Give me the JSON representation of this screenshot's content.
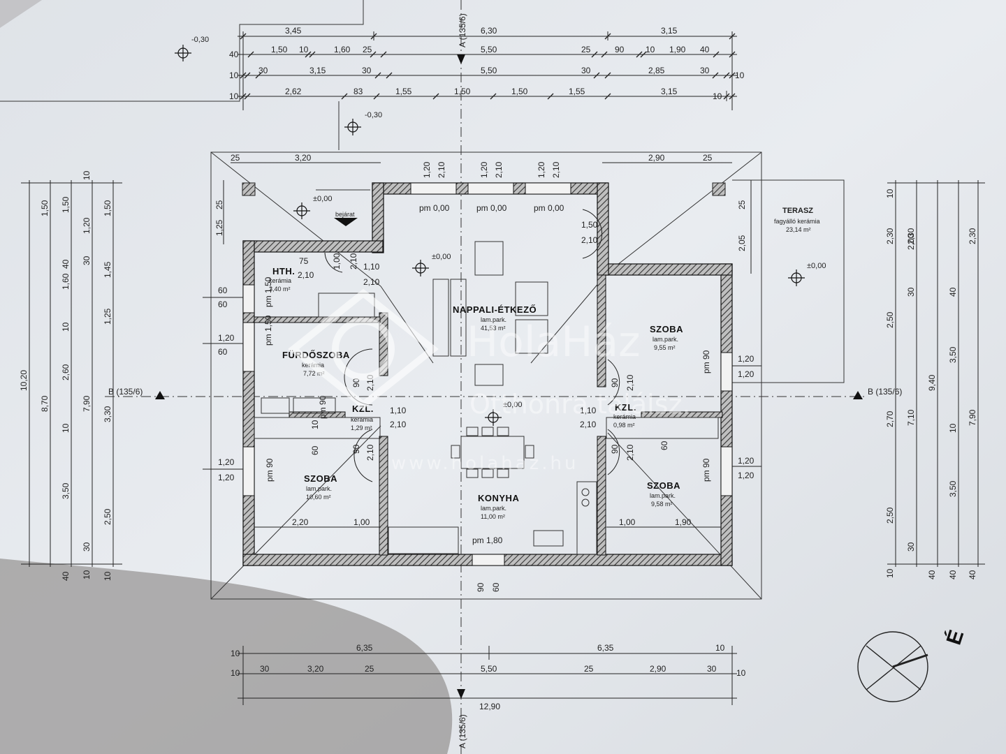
{
  "top_dims": {
    "row1": [
      "3,45",
      "6,30",
      "3,15"
    ],
    "row2": [
      "40",
      "1,50",
      "10",
      "1,60",
      "25",
      "5,50",
      "25",
      "90",
      "10",
      "1,90",
      "40"
    ],
    "row3": [
      "10",
      "30",
      "3,15",
      "30",
      "5,50",
      "30",
      "2,85",
      "30",
      "10"
    ],
    "row4": [
      "10",
      "2,62",
      "83",
      "1,55",
      "1,50",
      "1,50",
      "1,55",
      "3,15",
      "10"
    ]
  },
  "bottom_dims": {
    "row1": [
      "10",
      "6,35",
      "6,35",
      "10"
    ],
    "row2": [
      "10",
      "30",
      "3,20",
      "25",
      "5,50",
      "25",
      "2,90",
      "30",
      "10"
    ],
    "total": "12,90"
  },
  "left_dims": {
    "total": "10,20",
    "col2": "8,70",
    "col3": [
      "1,50",
      "1,60",
      "2,60",
      "3,50"
    ],
    "col4": [
      "1,50",
      "1,20",
      "7,90"
    ],
    "col5": [
      "1,50",
      "1,45",
      "1,25",
      "3,30",
      "2,50"
    ],
    "small": [
      "10",
      "40",
      "30",
      "10",
      "10",
      "30",
      "10",
      "40",
      "10"
    ]
  },
  "right_dims": {
    "col1": [
      "10",
      "2,30",
      "2,50",
      "2,70",
      "2,50",
      "10"
    ],
    "col2": [
      "2,30",
      "2,00",
      "30",
      "7,10",
      "30",
      "40"
    ],
    "col3": [
      "9,40",
      "40",
      "3,50",
      "10",
      "3,50",
      "40"
    ],
    "col4": [
      "2,30",
      "7,90",
      "40"
    ]
  },
  "section_labels": {
    "a_top": "A (135/6)",
    "a_bottom": "A (135/6)",
    "b_left": "B (135/6)",
    "b_right": "B (135/6)"
  },
  "levels": {
    "outside_nw": "-0,30",
    "outside_entry": "-0,30",
    "porch": "±0,00",
    "living": "±0,00",
    "hall": "±0,00",
    "terrace": "±0,00"
  },
  "terrace": {
    "name": "TERASZ",
    "finish": "fagyálló kerámia",
    "area": "23,14 m²"
  },
  "rooms": [
    {
      "name": "NAPPALI-ÉTKEZŐ",
      "finish": "lam.park.",
      "area": "41,53 m²"
    },
    {
      "name": "HTH.",
      "finish": "kerámia",
      "area": "3,40 m²"
    },
    {
      "name": "FÜRDŐSZOBA",
      "finish": "kerámia",
      "area": "7,72 m²"
    },
    {
      "name": "KZL.",
      "finish": "kerámia",
      "area": "1,29 m²"
    },
    {
      "name": "KZL.",
      "finish": "kerámia",
      "area": "0,98 m²"
    },
    {
      "name": "SZOBA",
      "finish": "lam.park.",
      "area": "9,55 m²"
    },
    {
      "name": "SZOBA",
      "finish": "lam.park.",
      "area": "10,60 m²"
    },
    {
      "name": "SZOBA",
      "finish": "lam.park.",
      "area": "9,58 m²"
    },
    {
      "name": "KONYHA",
      "finish": "lam.park.",
      "area": "11,00 m²"
    }
  ],
  "entrance_label": "bejárat",
  "window_labels": {
    "w1": [
      "1,20",
      "2,10"
    ],
    "w2": [
      "1,20",
      "2,10"
    ],
    "w3": [
      "1,20",
      "2,10"
    ],
    "pm": [
      "pm 0,00",
      "pm 0,00",
      "pm 0,00"
    ],
    "door_terrace": [
      "1,50",
      "2,10"
    ],
    "door_main": [
      "1,00",
      "2,10"
    ],
    "hth_door": [
      "75",
      "2,10"
    ],
    "living_door": [
      "1,10",
      "2,10"
    ],
    "kzl_left": [
      "1,10",
      "2,10"
    ],
    "kzl_right": [
      "1,10",
      "2,10"
    ],
    "kitchen_pm": "pm 1,80",
    "bottom_window": [
      "90",
      "60"
    ],
    "left_side": [
      "60",
      "60",
      "1,20",
      "60",
      "1,20",
      "1,20"
    ],
    "right_side": [
      "1,20",
      "1,20",
      "1,20",
      "1,20"
    ],
    "left_room_bottom": [
      "2,20",
      "1,00"
    ],
    "right_room_bottom": [
      "1,00",
      "1,90"
    ],
    "porch_top": [
      "25",
      "3,20"
    ],
    "terrace_top": [
      "2,90",
      "25"
    ],
    "porch_side": [
      "25",
      "1,25"
    ],
    "terrace_side": [
      "25",
      "2,05"
    ],
    "door_codes": [
      "90",
      "2,10",
      "90",
      "2,10",
      "90",
      "2,10",
      "90",
      "2,10"
    ],
    "pm_sill": [
      "pm 90",
      "pm 90",
      "pm 90",
      "pm 90",
      "pm 1,50",
      "pm 1,50"
    ],
    "misc": [
      "60",
      "10",
      "60"
    ]
  },
  "compass_label": "É",
  "watermark": {
    "brand": "HolaHáz",
    "tagline": "Otthonra találsz.",
    "url": "www.holahaz.hu"
  },
  "colors": {
    "paper": "#e6e9ee",
    "ink": "#1e1e1e",
    "wall": "#555555",
    "shadow": "#8f8b8a"
  }
}
